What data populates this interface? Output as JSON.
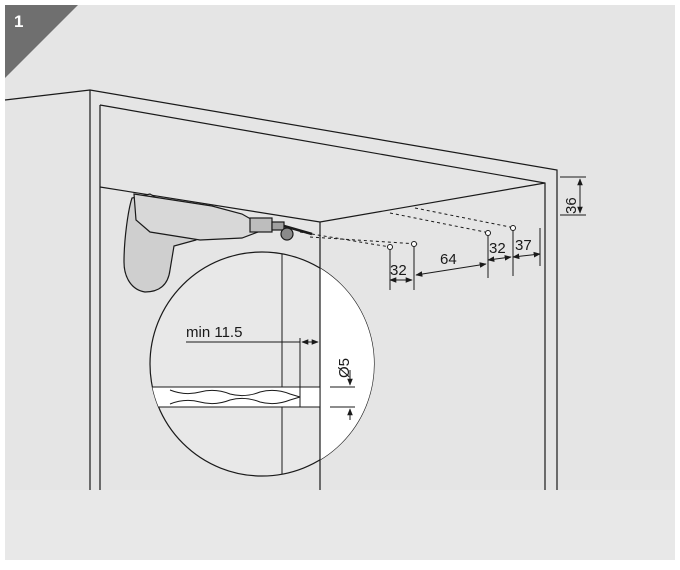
{
  "step": {
    "number": "1",
    "badge_color": "#6f6f6f"
  },
  "colors": {
    "background": "#e8e8e8",
    "panel": "#e5e5e5",
    "line": "#1a1a1a",
    "tool": "#cfcfcf"
  },
  "dimensions": {
    "height": "36",
    "spacing_a": "32",
    "spacing_b": "64",
    "spacing_c": "32",
    "edge_offset": "37",
    "min_depth": "min 11.5",
    "drill_diameter": "Ø5"
  },
  "icons": {
    "drill": "power-drill-icon",
    "bit": "drill-bit-icon"
  }
}
